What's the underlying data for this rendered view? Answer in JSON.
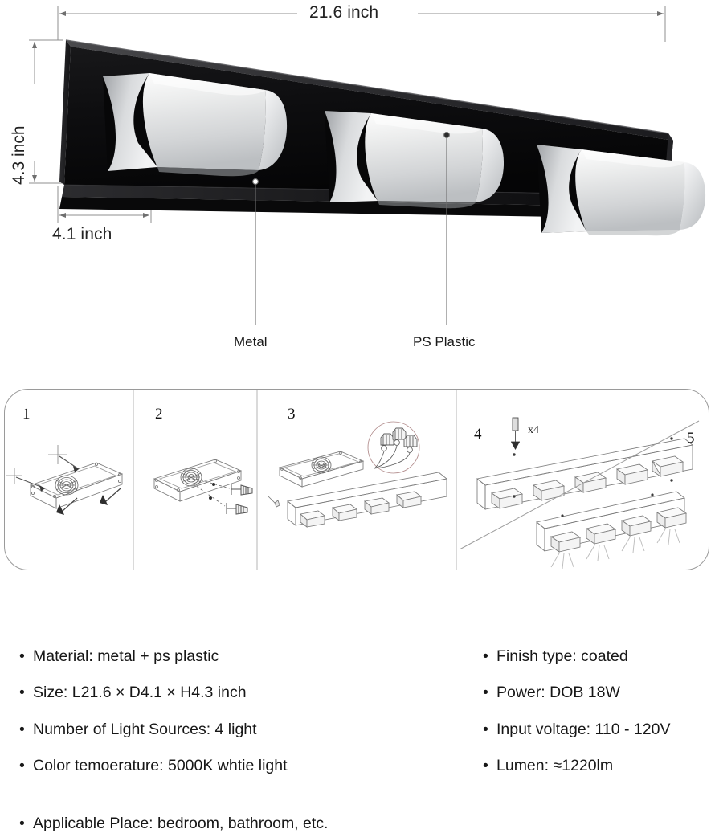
{
  "hero": {
    "dimensions": {
      "length_label": "21.6 inch",
      "height_label": "4.3 inch",
      "depth_label": "4.1 inch"
    },
    "callouts": [
      {
        "label": "Metal",
        "name": "callout-metal"
      },
      {
        "label": "PS Plastic",
        "name": "callout-plastic"
      }
    ],
    "colors": {
      "fixture_body": "#0d0d0e",
      "fixture_edge": "#3a3a3c",
      "shade": "#e8e9eb",
      "dimension_line": "#8a8a8a"
    }
  },
  "install": {
    "steps": [
      {
        "number": "1"
      },
      {
        "number": "2"
      },
      {
        "number": "3"
      },
      {
        "number": "4"
      },
      {
        "number": "5"
      }
    ],
    "screw_count_label": "x4",
    "border_color": "#9a9a9a",
    "line_color": "#7b7b7b",
    "wire_circle_color": "#b08a8a"
  },
  "specs": {
    "left_column": [
      "Material:  metal + ps plastic",
      "Size: L21.6 × D4.1 × H4.3 inch",
      "Number of Light Sources: 4 light",
      "Color temoerature: 5000K whtie light",
      "Applicable Place: bedroom, bathroom, etc."
    ],
    "right_column": [
      "Finish type: coated",
      "Power: DOB 18W",
      "Input voltage: 110 - 120V",
      "Lumen: ≈1220lm"
    ],
    "bullet_glyph": "•"
  }
}
